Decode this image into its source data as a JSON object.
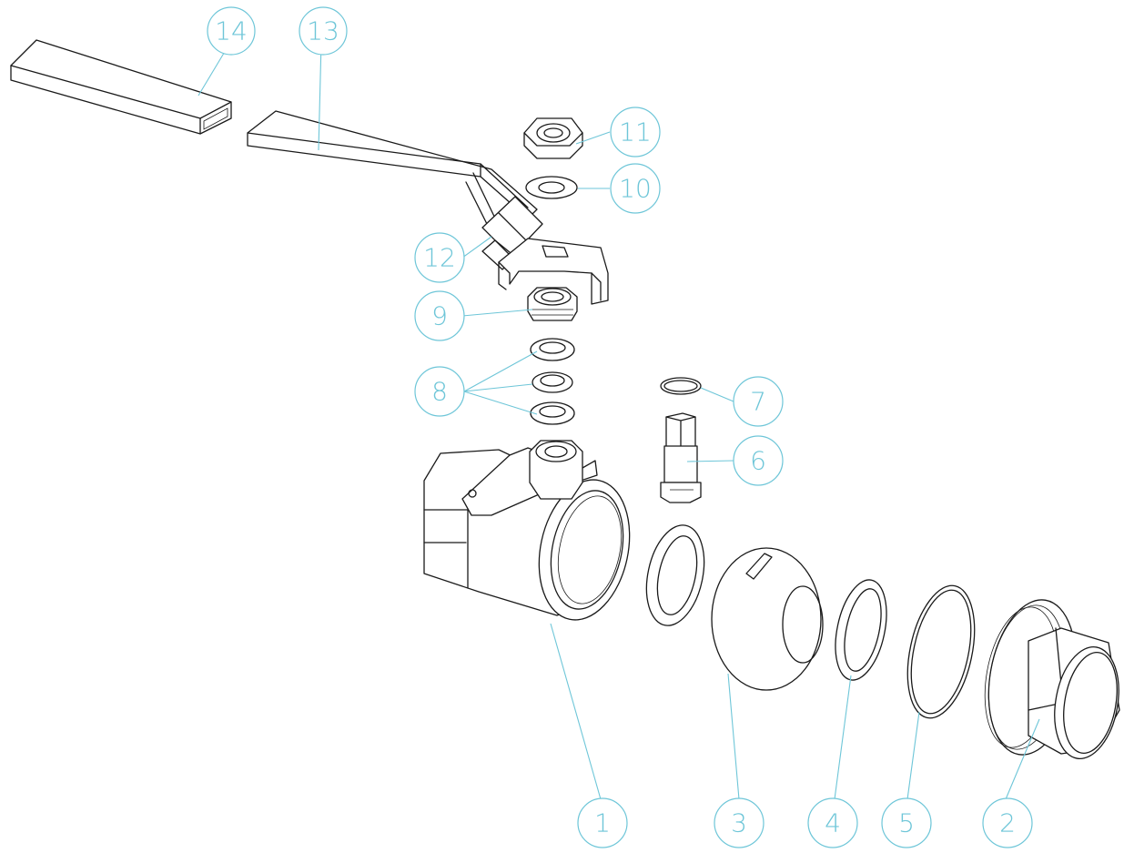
{
  "diagram": {
    "callouts": [
      {
        "id": "c1",
        "label": "1"
      },
      {
        "id": "c2",
        "label": "2"
      },
      {
        "id": "c3",
        "label": "3"
      },
      {
        "id": "c4",
        "label": "4"
      },
      {
        "id": "c5",
        "label": "5"
      },
      {
        "id": "c6",
        "label": "6"
      },
      {
        "id": "c7",
        "label": "7"
      },
      {
        "id": "c8",
        "label": "8"
      },
      {
        "id": "c9",
        "label": "9"
      },
      {
        "id": "c10",
        "label": "10"
      },
      {
        "id": "c11",
        "label": "11"
      },
      {
        "id": "c12",
        "label": "12"
      },
      {
        "id": "c13",
        "label": "13"
      },
      {
        "id": "c14",
        "label": "14"
      }
    ],
    "colors": {
      "callout": "#6ec6d8",
      "line": "#1a1a1a",
      "background": "#ffffff"
    }
  }
}
